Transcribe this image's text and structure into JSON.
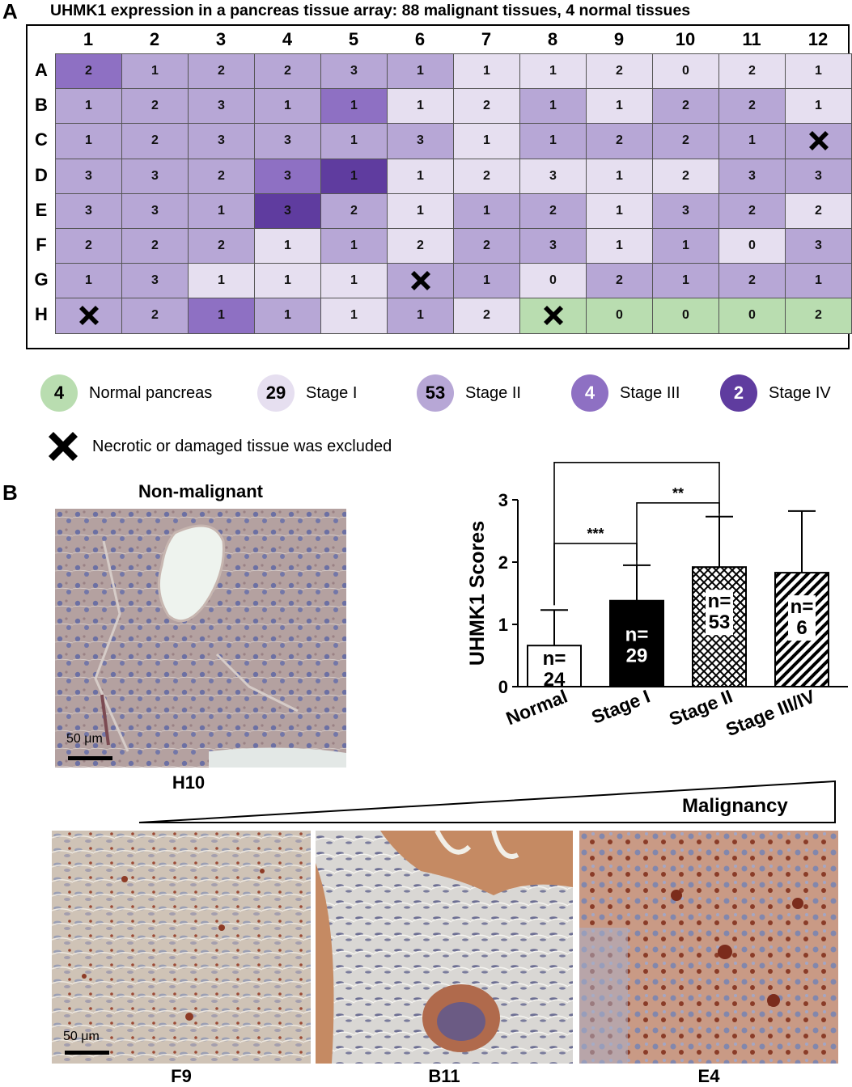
{
  "panel_a": {
    "letter": "A",
    "title": "UHMK1 expression in a pancreas tissue array: 88 malignant tissues, 4 normal tissues",
    "columns": [
      "1",
      "2",
      "3",
      "4",
      "5",
      "6",
      "7",
      "8",
      "9",
      "10",
      "11",
      "12"
    ],
    "rows": [
      "A",
      "B",
      "C",
      "D",
      "E",
      "F",
      "G",
      "H"
    ],
    "grid": [
      [
        {
          "v": "2",
          "s": "III"
        },
        {
          "v": "1",
          "s": "II"
        },
        {
          "v": "2",
          "s": "II"
        },
        {
          "v": "2",
          "s": "II"
        },
        {
          "v": "3",
          "s": "II"
        },
        {
          "v": "1",
          "s": "II"
        },
        {
          "v": "1",
          "s": "I"
        },
        {
          "v": "1",
          "s": "I"
        },
        {
          "v": "2",
          "s": "I"
        },
        {
          "v": "0",
          "s": "I"
        },
        {
          "v": "2",
          "s": "I"
        },
        {
          "v": "1",
          "s": "I"
        }
      ],
      [
        {
          "v": "1",
          "s": "II"
        },
        {
          "v": "2",
          "s": "II"
        },
        {
          "v": "3",
          "s": "II"
        },
        {
          "v": "1",
          "s": "II"
        },
        {
          "v": "1",
          "s": "III"
        },
        {
          "v": "1",
          "s": "I"
        },
        {
          "v": "2",
          "s": "I"
        },
        {
          "v": "1",
          "s": "II"
        },
        {
          "v": "1",
          "s": "I"
        },
        {
          "v": "2",
          "s": "II"
        },
        {
          "v": "2",
          "s": "II"
        },
        {
          "v": "1",
          "s": "I"
        }
      ],
      [
        {
          "v": "1",
          "s": "II"
        },
        {
          "v": "2",
          "s": "II"
        },
        {
          "v": "3",
          "s": "II"
        },
        {
          "v": "3",
          "s": "II"
        },
        {
          "v": "1",
          "s": "II"
        },
        {
          "v": "3",
          "s": "II"
        },
        {
          "v": "1",
          "s": "I"
        },
        {
          "v": "1",
          "s": "II"
        },
        {
          "v": "2",
          "s": "II"
        },
        {
          "v": "2",
          "s": "II"
        },
        {
          "v": "1",
          "s": "II"
        },
        {
          "v": "X",
          "s": "II"
        }
      ],
      [
        {
          "v": "3",
          "s": "II"
        },
        {
          "v": "3",
          "s": "II"
        },
        {
          "v": "2",
          "s": "II"
        },
        {
          "v": "3",
          "s": "III"
        },
        {
          "v": "1",
          "s": "IV"
        },
        {
          "v": "1",
          "s": "I"
        },
        {
          "v": "2",
          "s": "I"
        },
        {
          "v": "3",
          "s": "I"
        },
        {
          "v": "1",
          "s": "I"
        },
        {
          "v": "2",
          "s": "I"
        },
        {
          "v": "3",
          "s": "II"
        },
        {
          "v": "3",
          "s": "II"
        }
      ],
      [
        {
          "v": "3",
          "s": "II"
        },
        {
          "v": "3",
          "s": "II"
        },
        {
          "v": "1",
          "s": "II"
        },
        {
          "v": "3",
          "s": "IV"
        },
        {
          "v": "2",
          "s": "II"
        },
        {
          "v": "1",
          "s": "I"
        },
        {
          "v": "1",
          "s": "II"
        },
        {
          "v": "2",
          "s": "II"
        },
        {
          "v": "1",
          "s": "I"
        },
        {
          "v": "3",
          "s": "II"
        },
        {
          "v": "2",
          "s": "II"
        },
        {
          "v": "2",
          "s": "I"
        }
      ],
      [
        {
          "v": "2",
          "s": "II"
        },
        {
          "v": "2",
          "s": "II"
        },
        {
          "v": "2",
          "s": "II"
        },
        {
          "v": "1",
          "s": "I"
        },
        {
          "v": "1",
          "s": "II"
        },
        {
          "v": "2",
          "s": "I"
        },
        {
          "v": "2",
          "s": "II"
        },
        {
          "v": "3",
          "s": "II"
        },
        {
          "v": "1",
          "s": "I"
        },
        {
          "v": "1",
          "s": "II"
        },
        {
          "v": "0",
          "s": "I"
        },
        {
          "v": "3",
          "s": "II"
        }
      ],
      [
        {
          "v": "1",
          "s": "II"
        },
        {
          "v": "3",
          "s": "II"
        },
        {
          "v": "1",
          "s": "I"
        },
        {
          "v": "1",
          "s": "I"
        },
        {
          "v": "1",
          "s": "I"
        },
        {
          "v": "X",
          "s": "II"
        },
        {
          "v": "1",
          "s": "II"
        },
        {
          "v": "0",
          "s": "I"
        },
        {
          "v": "2",
          "s": "II"
        },
        {
          "v": "1",
          "s": "II"
        },
        {
          "v": "2",
          "s": "II"
        },
        {
          "v": "1",
          "s": "II"
        }
      ],
      [
        {
          "v": "X",
          "s": "II"
        },
        {
          "v": "2",
          "s": "II"
        },
        {
          "v": "1",
          "s": "III"
        },
        {
          "v": "1",
          "s": "II"
        },
        {
          "v": "1",
          "s": "I"
        },
        {
          "v": "1",
          "s": "II"
        },
        {
          "v": "2",
          "s": "I"
        },
        {
          "v": "X",
          "s": "N"
        },
        {
          "v": "0",
          "s": "N"
        },
        {
          "v": "0",
          "s": "N"
        },
        {
          "v": "0",
          "s": "N"
        },
        {
          "v": "2",
          "s": "N"
        }
      ]
    ],
    "stage_colors": {
      "N": "#b9ddb0",
      "I": "#e6dff0",
      "II": "#b7a7d6",
      "III": "#8e70c3",
      "IV": "#5f3c9f"
    },
    "legend": [
      {
        "count": "4",
        "label": "Normal pancreas",
        "key": "N"
      },
      {
        "count": "29",
        "label": "Stage I",
        "key": "I"
      },
      {
        "count": "53",
        "label": "Stage II",
        "key": "II"
      },
      {
        "count": "4",
        "label": "Stage III",
        "key": "III"
      },
      {
        "count": "2",
        "label": "Stage IV",
        "key": "IV"
      }
    ],
    "excluded_label": "Necrotic or damaged tissue was excluded",
    "excluded_icon": "x-mark-icon"
  },
  "panel_b": {
    "letter": "B",
    "nonmalignant_title": "Non-malignant",
    "nonmalignant_caption": "H10",
    "scale_label": "50 μm",
    "malignancy_label": "Malignancy",
    "malignant_captions": [
      "F9",
      "B11",
      "E4"
    ]
  },
  "chart_data": {
    "type": "bar",
    "categories": [
      "Normal",
      "Stage I",
      "Stage II",
      "Stage III/IV"
    ],
    "values": [
      0.66,
      1.38,
      1.92,
      1.83
    ],
    "errors": [
      0.57,
      0.57,
      0.81,
      0.99
    ],
    "n_labels": [
      [
        "n=",
        "24"
      ],
      [
        "n=",
        "29"
      ],
      [
        "n=",
        "53"
      ],
      [
        "n=",
        "6"
      ]
    ],
    "fills": [
      "white",
      "black",
      "crosshatch",
      "diagonal"
    ],
    "ylabel": "UHMK1 Scores",
    "ylim": [
      0,
      3
    ],
    "yticks": [
      "0",
      "1",
      "2",
      "3"
    ],
    "significance": [
      {
        "from": 0,
        "to": 1,
        "label": "***"
      },
      {
        "from": 1,
        "to": 2,
        "label": "**"
      },
      {
        "from": 0,
        "to": 2,
        "label": "***"
      }
    ]
  }
}
